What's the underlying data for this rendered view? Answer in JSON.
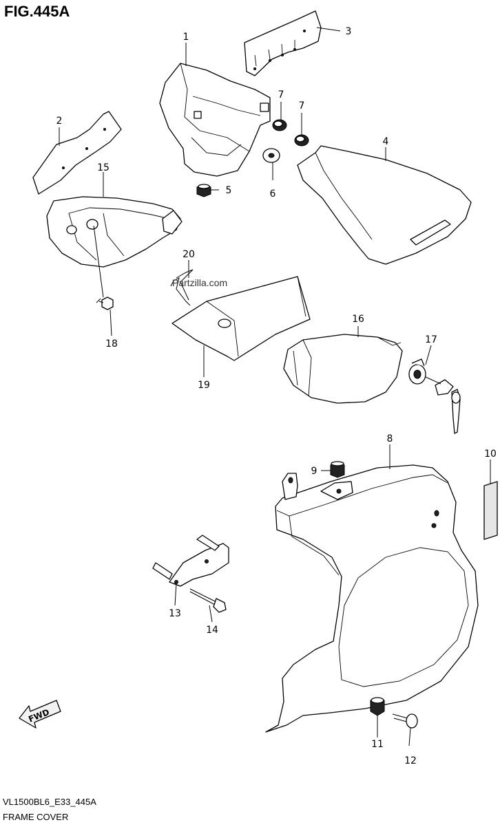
{
  "figure": {
    "title": "FIG.445A",
    "code": "VL1500BL6_E33_445A",
    "caption": "FRAME COVER",
    "watermark": "Partzilla.com",
    "direction_label": "FWD"
  },
  "callouts": [
    "1",
    "2",
    "3",
    "4",
    "5",
    "6",
    "7",
    "7",
    "8",
    "9",
    "10",
    "11",
    "12",
    "13",
    "14",
    "15",
    "16",
    "17",
    "18",
    "19",
    "20"
  ]
}
